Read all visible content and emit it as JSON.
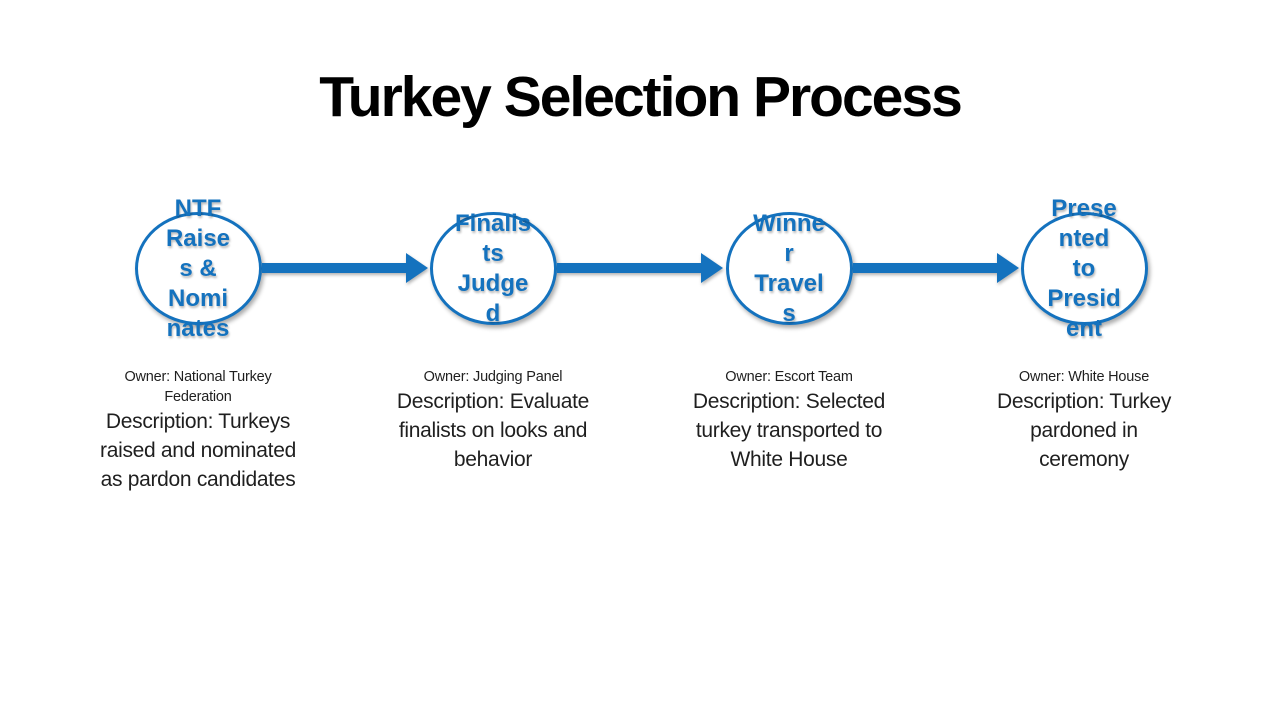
{
  "slide": {
    "title": "Turkey Selection Process"
  },
  "colors": {
    "accent": "#1472BE",
    "node_fill": "#FFFFFF",
    "text": "#1F1F1F",
    "title": "#000000",
    "background": "#FFFFFF"
  },
  "process": {
    "steps": [
      {
        "label": "NTF Raises & Nominates",
        "label_lines": "NTF\nRaise\ns &\nNomi\nnates",
        "owner": "Owner: National Turkey\nFederation",
        "description": "Description: Turkeys\nraised and nominated\nas pardon candidates"
      },
      {
        "label": "Finalists Judged",
        "label_lines": "Finalis\nts\nJudge\nd",
        "owner": "Owner: Judging Panel",
        "description": "Description: Evaluate\nfinalists on looks and\nbehavior"
      },
      {
        "label": "Winner Travels",
        "label_lines": "Winne\nr\nTravel\ns",
        "owner": "Owner: Escort Team",
        "description": "Description: Selected\nturkey transported to\nWhite House"
      },
      {
        "label": "Presented to President",
        "label_lines": "Prese\nnted\nto\nPresid\nent",
        "owner": "Owner: White House",
        "description": "Description: Turkey\npardoned in\nceremony"
      }
    ]
  }
}
